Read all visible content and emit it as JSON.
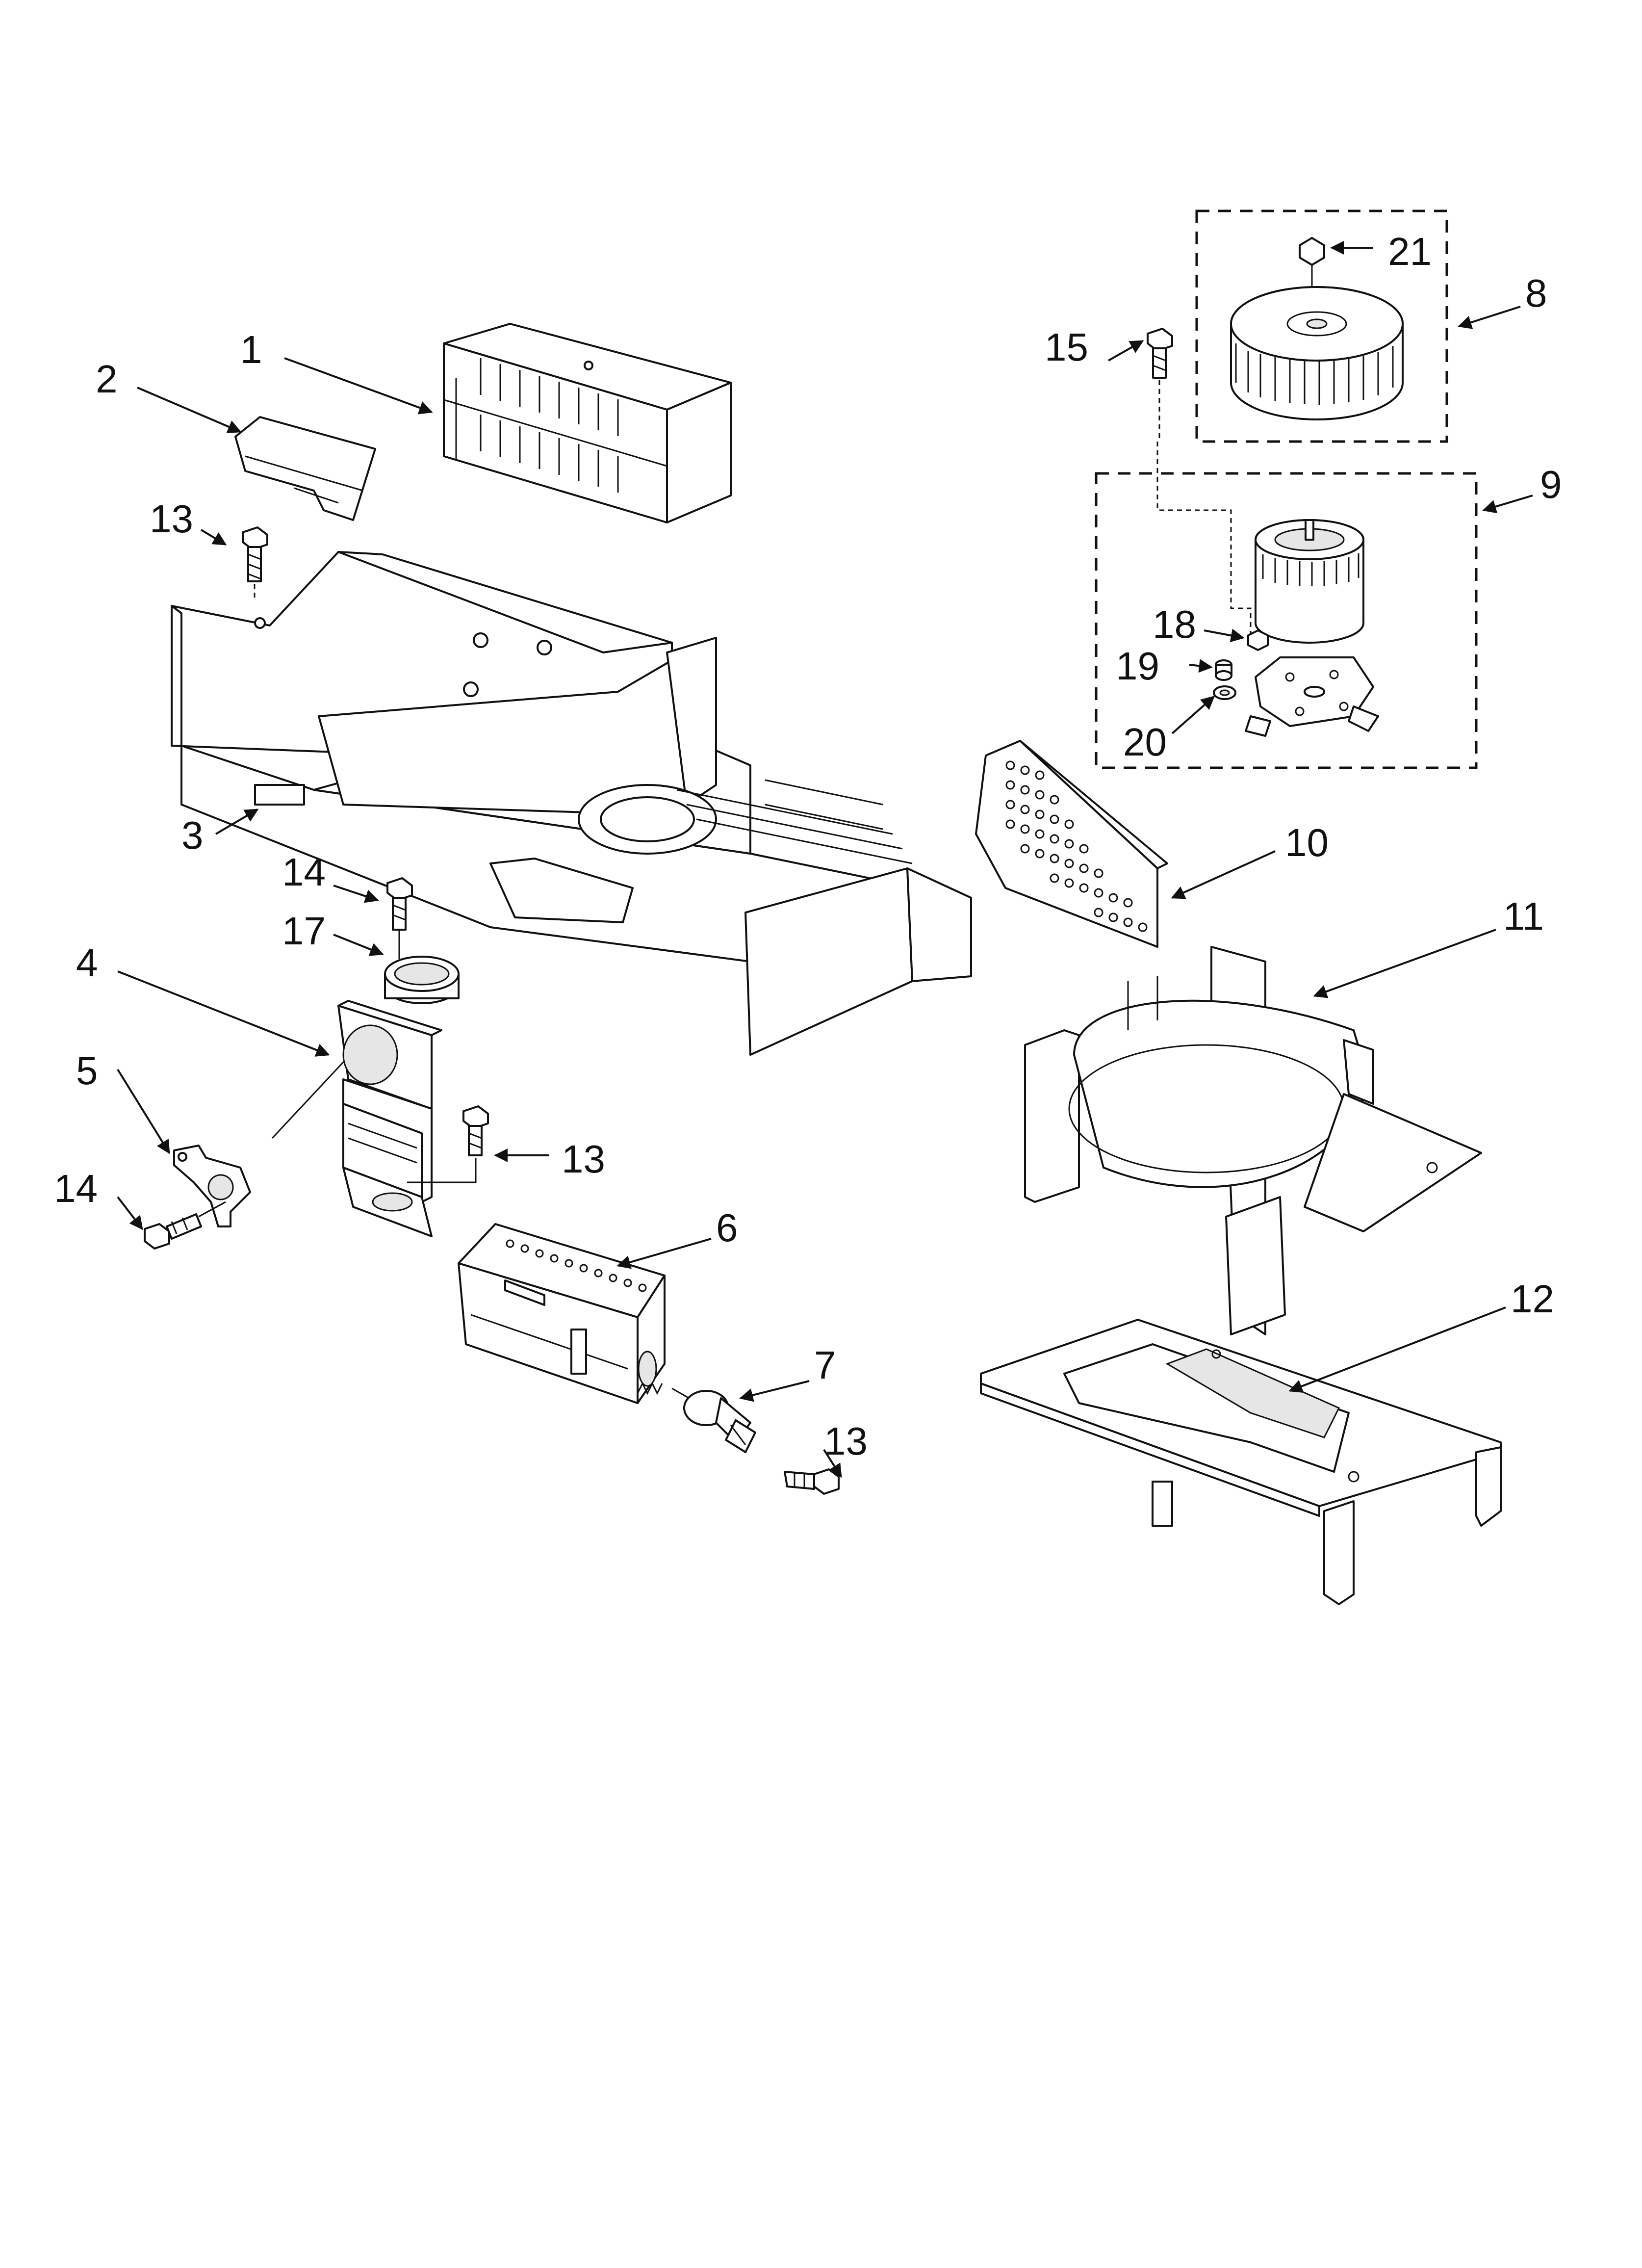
{
  "callouts": [
    {
      "id": "1",
      "label": "1"
    },
    {
      "id": "2",
      "label": "2"
    },
    {
      "id": "3",
      "label": "3"
    },
    {
      "id": "4",
      "label": "4"
    },
    {
      "id": "5",
      "label": "5"
    },
    {
      "id": "6",
      "label": "6"
    },
    {
      "id": "7",
      "label": "7"
    },
    {
      "id": "8",
      "label": "8"
    },
    {
      "id": "9",
      "label": "9"
    },
    {
      "id": "10",
      "label": "10"
    },
    {
      "id": "11",
      "label": "11"
    },
    {
      "id": "12",
      "label": "12"
    },
    {
      "id": "13a",
      "label": "13"
    },
    {
      "id": "13b",
      "label": "13"
    },
    {
      "id": "13c",
      "label": "13"
    },
    {
      "id": "14a",
      "label": "14"
    },
    {
      "id": "14b",
      "label": "14"
    },
    {
      "id": "15",
      "label": "15"
    },
    {
      "id": "17",
      "label": "17"
    },
    {
      "id": "18",
      "label": "18"
    },
    {
      "id": "19",
      "label": "19"
    },
    {
      "id": "20",
      "label": "20"
    },
    {
      "id": "21",
      "label": "21"
    }
  ],
  "colors": {
    "line": "#111111",
    "background": "#ffffff",
    "shade": "#e6e6e6"
  }
}
